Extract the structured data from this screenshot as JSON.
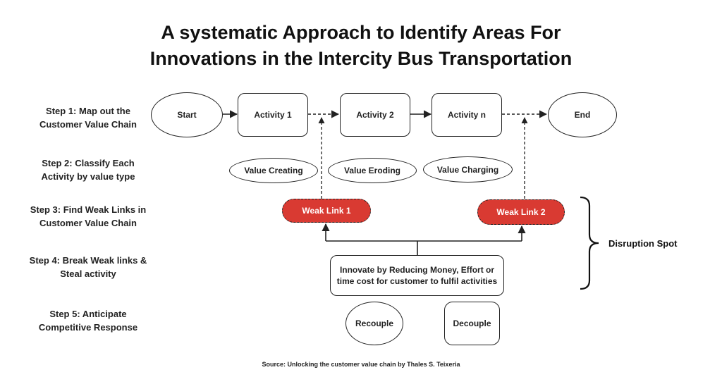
{
  "title": {
    "line1": "A systematic Approach to Identify Areas For",
    "line2": "Innovations in the Intercity Bus Transportation"
  },
  "steps": [
    {
      "line1": "Step 1: Map out the",
      "line2": "Customer Value Chain"
    },
    {
      "line1": "Step 2: Classify Each",
      "line2": "Activity by value type"
    },
    {
      "line1": "Step 3: Find Weak Links in",
      "line2": "Customer Value Chain"
    },
    {
      "line1": "Step 4: Break Weak links &",
      "line2": "Steal activity"
    },
    {
      "line1": "Step 5: Anticipate",
      "line2": "Competitive Response"
    }
  ],
  "chain": {
    "start": "Start",
    "activity1": "Activity 1",
    "activity2": "Activity 2",
    "activityn": "Activity n",
    "end": "End"
  },
  "value_types": {
    "creating": "Value Creating",
    "eroding": "Value Eroding",
    "charging": "Value Charging"
  },
  "weak_links": {
    "link1": "Weak Link 1",
    "link2": "Weak Link 2",
    "color": "#d93a32"
  },
  "innovation": "Innovate by Reducing Money, Effort or time cost for customer to fulfil activities",
  "responses": {
    "recouple": "Recouple",
    "decouple": "Decouple"
  },
  "disruption_spot": "Disruption Spot",
  "source": "Source: Unlocking the customer value chain by Thales S. Teixeria"
}
